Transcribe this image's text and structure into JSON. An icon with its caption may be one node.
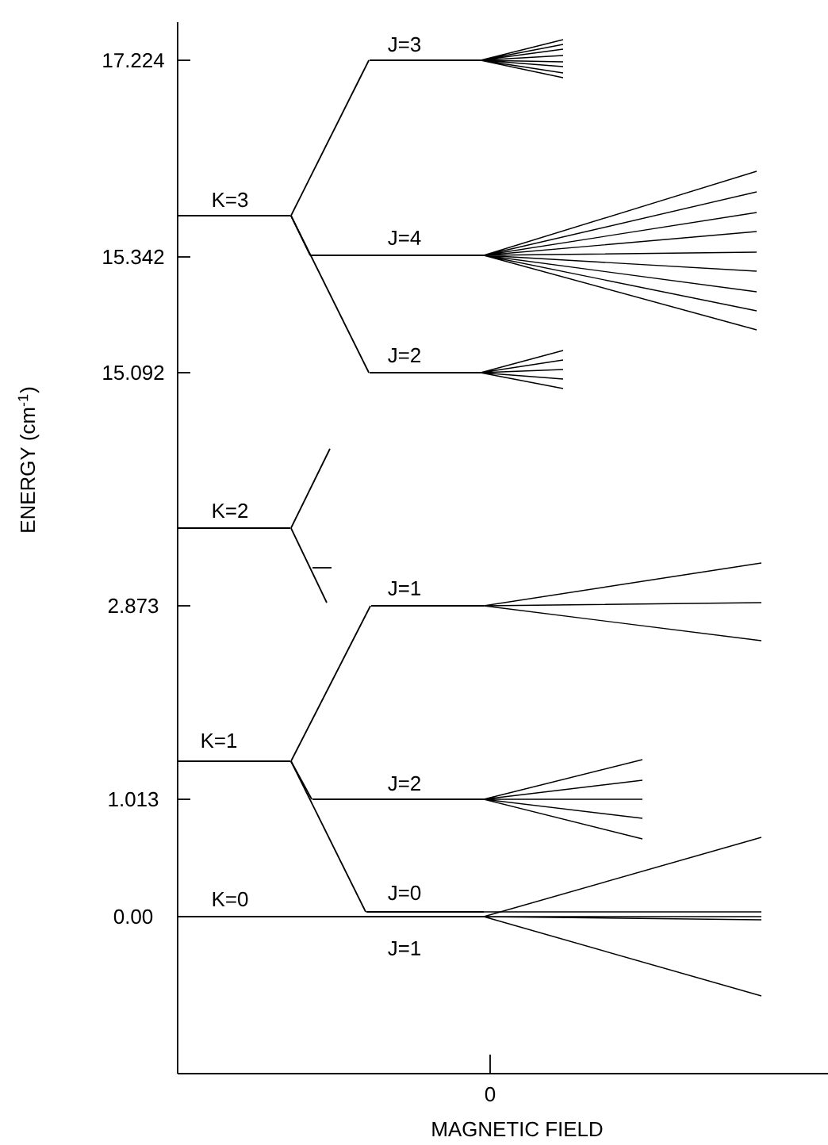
{
  "diagram": {
    "nodes": [
      {
        "text": [
          "K=3"
        ]
      },
      {
        "text": [
          "J=3"
        ]
      },
      {
        "text": [
          "J=4"
        ]
      },
      {
        "text": [
          "J=2"
        ]
      },
      {
        "text": [
          "K=2"
        ]
      },
      {
        "text": [
          "K=1"
        ]
      },
      {
        "text": [
          "J=1"
        ]
      },
      {
        "text": [
          "J=2"
        ]
      },
      {
        "text": [
          "J=0"
        ]
      },
      {
        "text": [
          "K=0"
        ]
      },
      {
        "text": [
          "J=1"
        ]
      }
    ],
    "edges": [
      {
        "from": 0,
        "to": 1,
        "arrow": "none"
      },
      {
        "from": 0,
        "to": 2,
        "arrow": "none"
      },
      {
        "from": 0,
        "to": 3,
        "arrow": "none"
      },
      {
        "from": 4,
        "to": null,
        "arrow": "none"
      },
      {
        "from": 4,
        "to": null,
        "arrow": "none"
      },
      {
        "from": 5,
        "to": 6,
        "arrow": "none"
      },
      {
        "from": 5,
        "to": 7,
        "arrow": "none"
      },
      {
        "from": 5,
        "to": 8,
        "arrow": "none"
      }
    ],
    "labels": [
      "17.224",
      "15.342",
      "15.092",
      "2.873",
      "1.013",
      "0.00",
      "ENERGY (cm$^{-1}$)",
      "0",
      "MAGNETIC FIELD"
    ]
  }
}
